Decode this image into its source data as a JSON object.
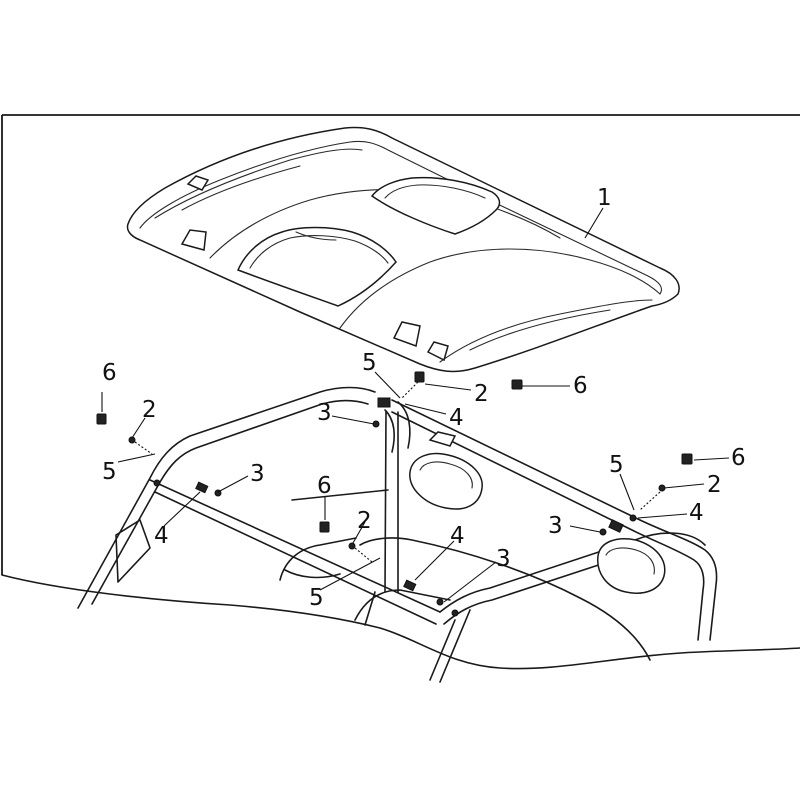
{
  "callouts": [
    {
      "id": "roof",
      "label": "1"
    },
    {
      "id": "c6a",
      "label": "6"
    },
    {
      "id": "c2a",
      "label": "2"
    },
    {
      "id": "c5a",
      "label": "5"
    },
    {
      "id": "c5b",
      "label": "5"
    },
    {
      "id": "c2b",
      "label": "2"
    },
    {
      "id": "c6b",
      "label": "6"
    },
    {
      "id": "c3a",
      "label": "3"
    },
    {
      "id": "c4a",
      "label": "4"
    },
    {
      "id": "c3b",
      "label": "3"
    },
    {
      "id": "c4b",
      "label": "4"
    },
    {
      "id": "c6c",
      "label": "6"
    },
    {
      "id": "c2c",
      "label": "2"
    },
    {
      "id": "c5c",
      "label": "5"
    },
    {
      "id": "c4c",
      "label": "4"
    },
    {
      "id": "c3c",
      "label": "3"
    },
    {
      "id": "c5d",
      "label": "5"
    },
    {
      "id": "c6d",
      "label": "6"
    },
    {
      "id": "c2d",
      "label": "2"
    },
    {
      "id": "c4d",
      "label": "4"
    },
    {
      "id": "c3d",
      "label": "3"
    }
  ]
}
